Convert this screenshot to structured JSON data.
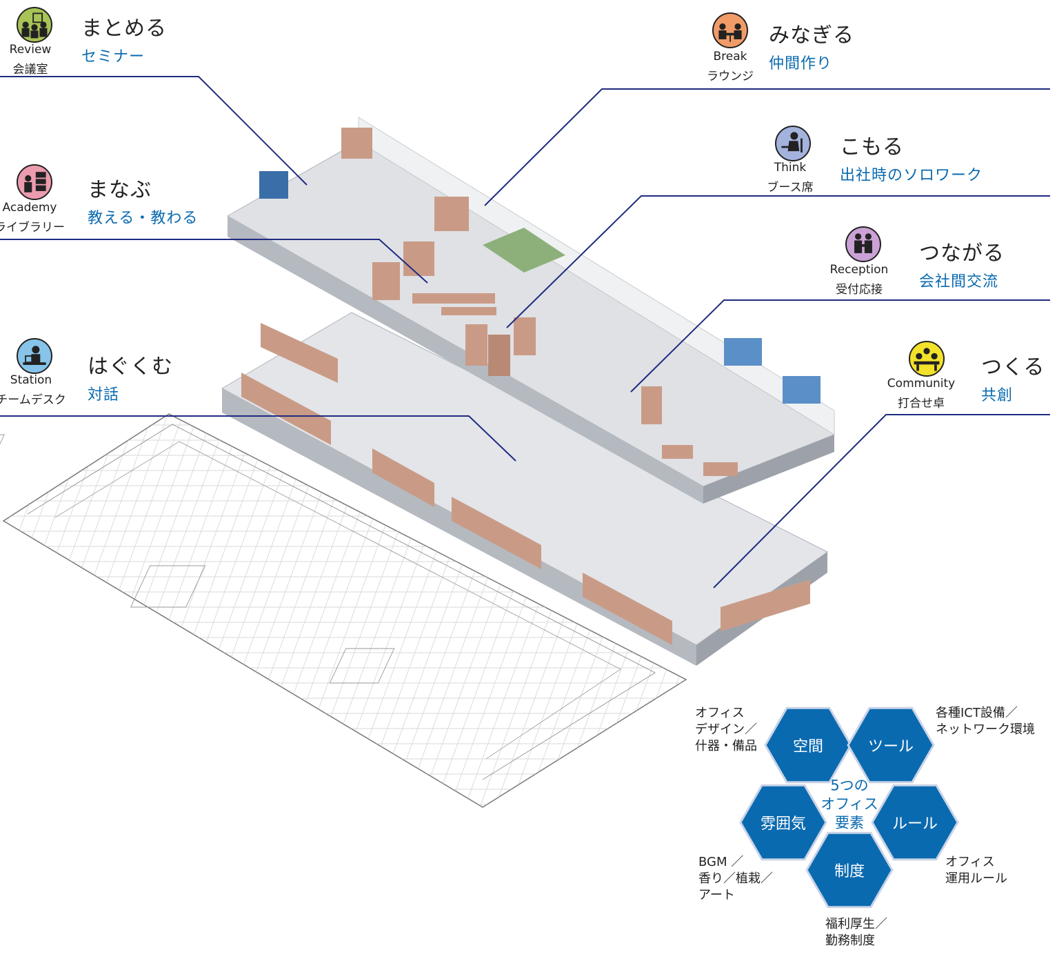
{
  "zones": [
    {
      "en": "Review",
      "ja": "会議室",
      "verb": "まとめる",
      "sub": "セミナー",
      "color": "#a9c456",
      "icon": "review-people-icon"
    },
    {
      "en": "Academy",
      "ja": "ライブラリー",
      "verb": "まなぶ",
      "sub": "教える・教わる",
      "color": "#ec9cae",
      "icon": "academy-bookshelf-icon"
    },
    {
      "en": "Station",
      "ja": "チームデスク",
      "verb": "はぐくむ",
      "sub": "対話",
      "color": "#86c4ea",
      "icon": "station-desk-icon"
    },
    {
      "en": "Break",
      "ja": "ラウンジ",
      "verb": "みなぎる",
      "sub": "仲間作り",
      "color": "#f19b68",
      "icon": "break-lounge-icon"
    },
    {
      "en": "Think",
      "ja": "ブース席",
      "verb": "こもる",
      "sub": "出社時のソロワーク",
      "color": "#a4b3dd",
      "icon": "think-booth-icon"
    },
    {
      "en": "Reception",
      "ja": "受付応接",
      "verb": "つながる",
      "sub": "会社間交流",
      "color": "#cca2d6",
      "icon": "reception-handshake-icon"
    },
    {
      "en": "Community",
      "ja": "打合せ卓",
      "verb": "つくる",
      "sub": "共創",
      "color": "#f3e22a",
      "icon": "community-table-icon"
    }
  ],
  "elements": {
    "center": [
      "5つの",
      "オフィス",
      "要素"
    ],
    "hexes": [
      "空間",
      "ツール",
      "ルール",
      "制度",
      "雰囲気"
    ],
    "notes": [
      [
        "オフィス",
        "デザイン／",
        "什器・備品"
      ],
      [
        "各種ICT設備／",
        "ネットワーク環境"
      ],
      [
        "オフィス",
        "運用ルール"
      ],
      [
        "福利厚生／",
        "勤務制度"
      ],
      [
        "BGM ／",
        "香り／植栽／",
        "アート"
      ]
    ],
    "hex_color": "#0a6ab0",
    "accent_text_color": "#0a6ab0"
  }
}
